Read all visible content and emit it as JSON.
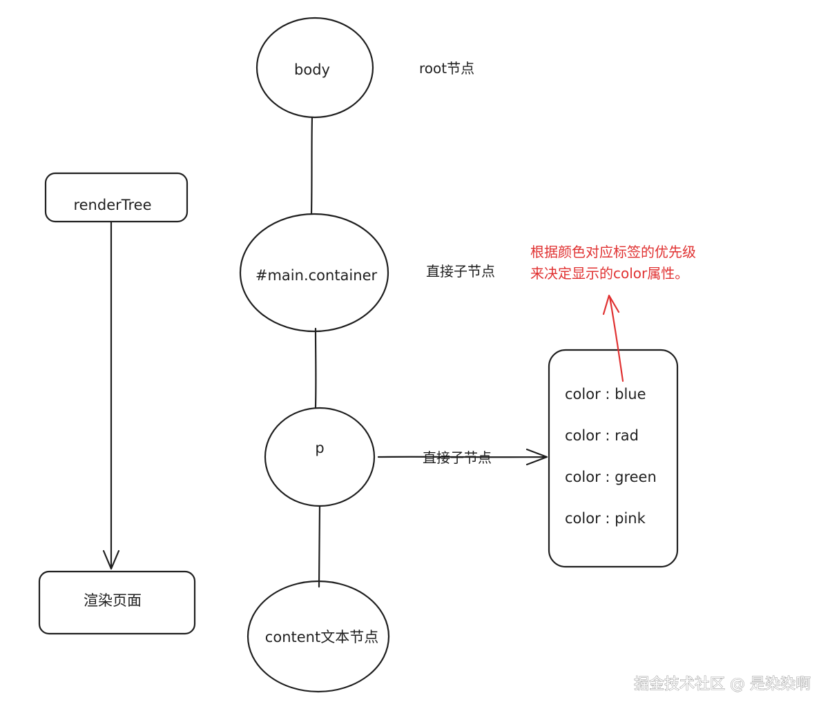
{
  "diagram": {
    "nodes": {
      "body": "body",
      "main_container": "#main.container",
      "p": "p",
      "content": "content文本节点",
      "render_tree": "renderTree",
      "render_page": "渲染页面"
    },
    "notes": {
      "root": "root节点",
      "direct_child_1": "直接子节点",
      "direct_child_2": "直接子节点"
    },
    "color_box": {
      "items": [
        "color : blue",
        "color : rad",
        "color : green",
        "color : pink"
      ]
    },
    "red_note": {
      "line1": "根据颜色对应标签的优先级",
      "line2": "来决定显示的color属性。"
    },
    "colors": {
      "stroke": "#1e1e1e",
      "accent": "#e03131",
      "background": "#ffffff"
    }
  },
  "watermark": "掘金技术社区 @ 是染染啊"
}
